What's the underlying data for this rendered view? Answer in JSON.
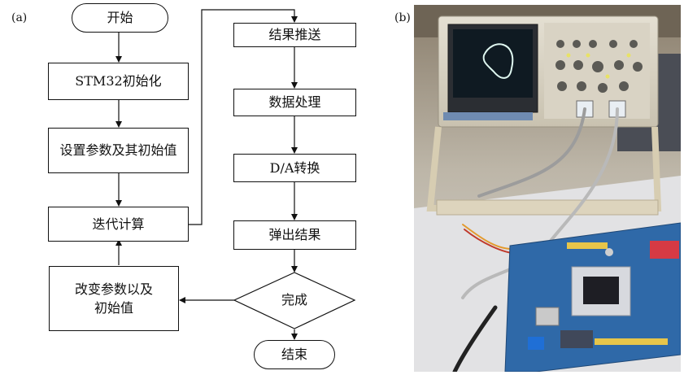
{
  "panel_a_label": "(a)",
  "panel_b_label": "(b)",
  "flowchart": {
    "start": "开始",
    "init": "STM32初始化",
    "set_params": "设置参数及其初始值",
    "iterate": "迭代计算",
    "push": "结果推送",
    "process": "数据处理",
    "da": "D/A转换",
    "popup": "弹出结果",
    "decision": "完成",
    "change_params": "改变参数以及\n初始值",
    "end": "结束"
  },
  "photo": {
    "subject": "oscilloscope and STM32 development board",
    "icons": [
      "oscilloscope-icon",
      "dev-board-icon",
      "cable-icon"
    ]
  }
}
